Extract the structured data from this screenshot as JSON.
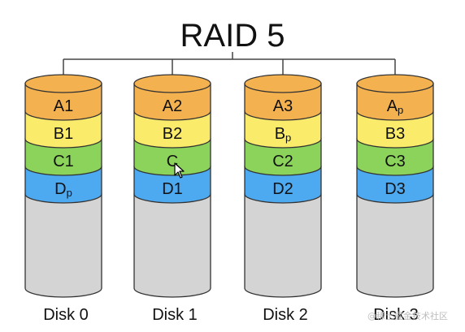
{
  "title": "RAID 5",
  "disks": [
    {
      "label": "Disk 0",
      "blocks": [
        {
          "main": "A1",
          "sub": "",
          "color": "#F4B14F"
        },
        {
          "main": "B1",
          "sub": "",
          "color": "#FBEB6B"
        },
        {
          "main": "C1",
          "sub": "",
          "color": "#8BD35A"
        },
        {
          "main": "D",
          "sub": "p",
          "color": "#4EAAF0"
        }
      ]
    },
    {
      "label": "Disk 1",
      "blocks": [
        {
          "main": "A2",
          "sub": "",
          "color": "#F4B14F"
        },
        {
          "main": "B2",
          "sub": "",
          "color": "#FBEB6B"
        },
        {
          "main": "C",
          "sub": "",
          "color": "#8BD35A"
        },
        {
          "main": "D1",
          "sub": "",
          "color": "#4EAAF0"
        }
      ]
    },
    {
      "label": "Disk 2",
      "blocks": [
        {
          "main": "A3",
          "sub": "",
          "color": "#F4B14F"
        },
        {
          "main": "B",
          "sub": "p",
          "color": "#FBEB6B"
        },
        {
          "main": "C2",
          "sub": "",
          "color": "#8BD35A"
        },
        {
          "main": "D2",
          "sub": "",
          "color": "#4EAAF0"
        }
      ]
    },
    {
      "label": "Disk 3",
      "blocks": [
        {
          "main": "A",
          "sub": "p",
          "color": "#F4B14F"
        },
        {
          "main": "B3",
          "sub": "",
          "color": "#FBEB6B"
        },
        {
          "main": "C3",
          "sub": "",
          "color": "#8BD35A"
        },
        {
          "main": "D3",
          "sub": "",
          "color": "#4EAAF0"
        }
      ]
    }
  ],
  "empty_color": "#D4D4D4",
  "watermark": "@稀土掘金技术社区",
  "cursor_icon": "mouse-pointer-icon"
}
